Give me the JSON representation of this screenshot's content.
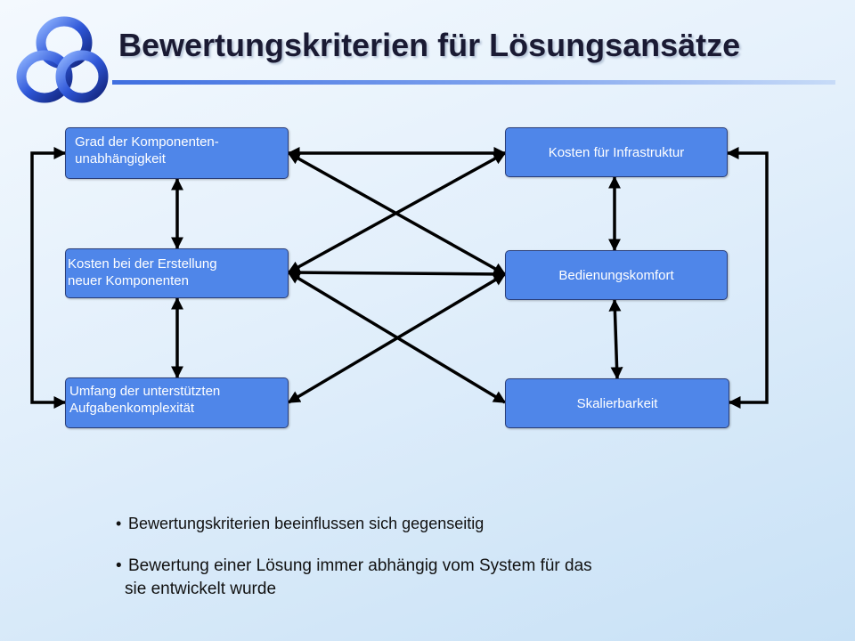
{
  "slide": {
    "title": "Bewertungskriterien für Lösungsansätze",
    "logo": "three-interlocking-rings-logo"
  },
  "diagram": {
    "nodes": {
      "grad_komponentenunabhaengigkeit": {
        "line1": "Grad der Komponenten-",
        "line2": " unabhängigkeit"
      },
      "kosten_erstellung": {
        "line1": "Kosten bei der Erstellung",
        "line2": "neuer Komponenten"
      },
      "umfang_aufgabenkomplexitaet": {
        "line1": "Umfang der unterstützten",
        "line2": "Aufgabenkomplexität"
      },
      "kosten_infrastruktur": {
        "label": "Kosten für Infrastruktur"
      },
      "bedienungskomfort": {
        "label": "Bedienungskomfort"
      },
      "skalierbarkeit": {
        "label": "Skalierbarkeit"
      }
    },
    "colors": {
      "node_fill": "#4f86e9",
      "node_border": "#2a3e78",
      "connector": "#000000"
    },
    "connections": [
      [
        "grad_komponentenunabhaengigkeit",
        "kosten_infrastruktur"
      ],
      [
        "grad_komponentenunabhaengigkeit",
        "bedienungskomfort"
      ],
      [
        "grad_komponentenunabhaengigkeit",
        "kosten_erstellung"
      ],
      [
        "grad_komponentenunabhaengigkeit",
        "umfang_aufgabenkomplexitaet"
      ],
      [
        "kosten_erstellung",
        "kosten_infrastruktur"
      ],
      [
        "kosten_erstellung",
        "bedienungskomfort"
      ],
      [
        "kosten_erstellung",
        "skalierbarkeit"
      ],
      [
        "kosten_erstellung",
        "umfang_aufgabenkomplexitaet"
      ],
      [
        "umfang_aufgabenkomplexitaet",
        "bedienungskomfort"
      ],
      [
        "kosten_infrastruktur",
        "bedienungskomfort"
      ],
      [
        "bedienungskomfort",
        "skalierbarkeit"
      ],
      [
        "kosten_infrastruktur",
        "skalierbarkeit"
      ]
    ]
  },
  "bullets": [
    {
      "text": "Bewertungskriterien beeinflussen sich gegenseitig"
    },
    {
      "line1": "Bewertung einer Lösung immer abhängig vom System für das",
      "line2": "sie entwickelt wurde"
    }
  ]
}
